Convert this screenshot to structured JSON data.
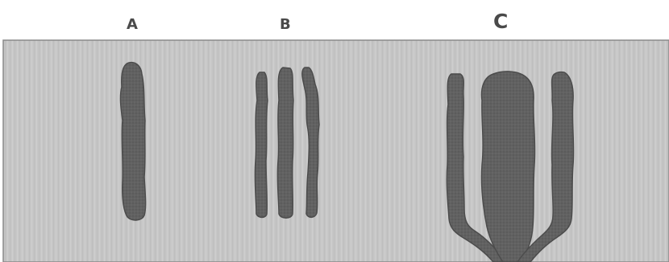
{
  "labels": {
    "a": "A",
    "b": "B",
    "c": "C"
  },
  "colors": {
    "background_page": "#ffffff",
    "gel_field": "#c6c6c6",
    "gel_border": "#8a8a8a",
    "band_fill": "#616161",
    "band_edge": "#4c4c4c",
    "label_text": "#4a4a4a"
  }
}
